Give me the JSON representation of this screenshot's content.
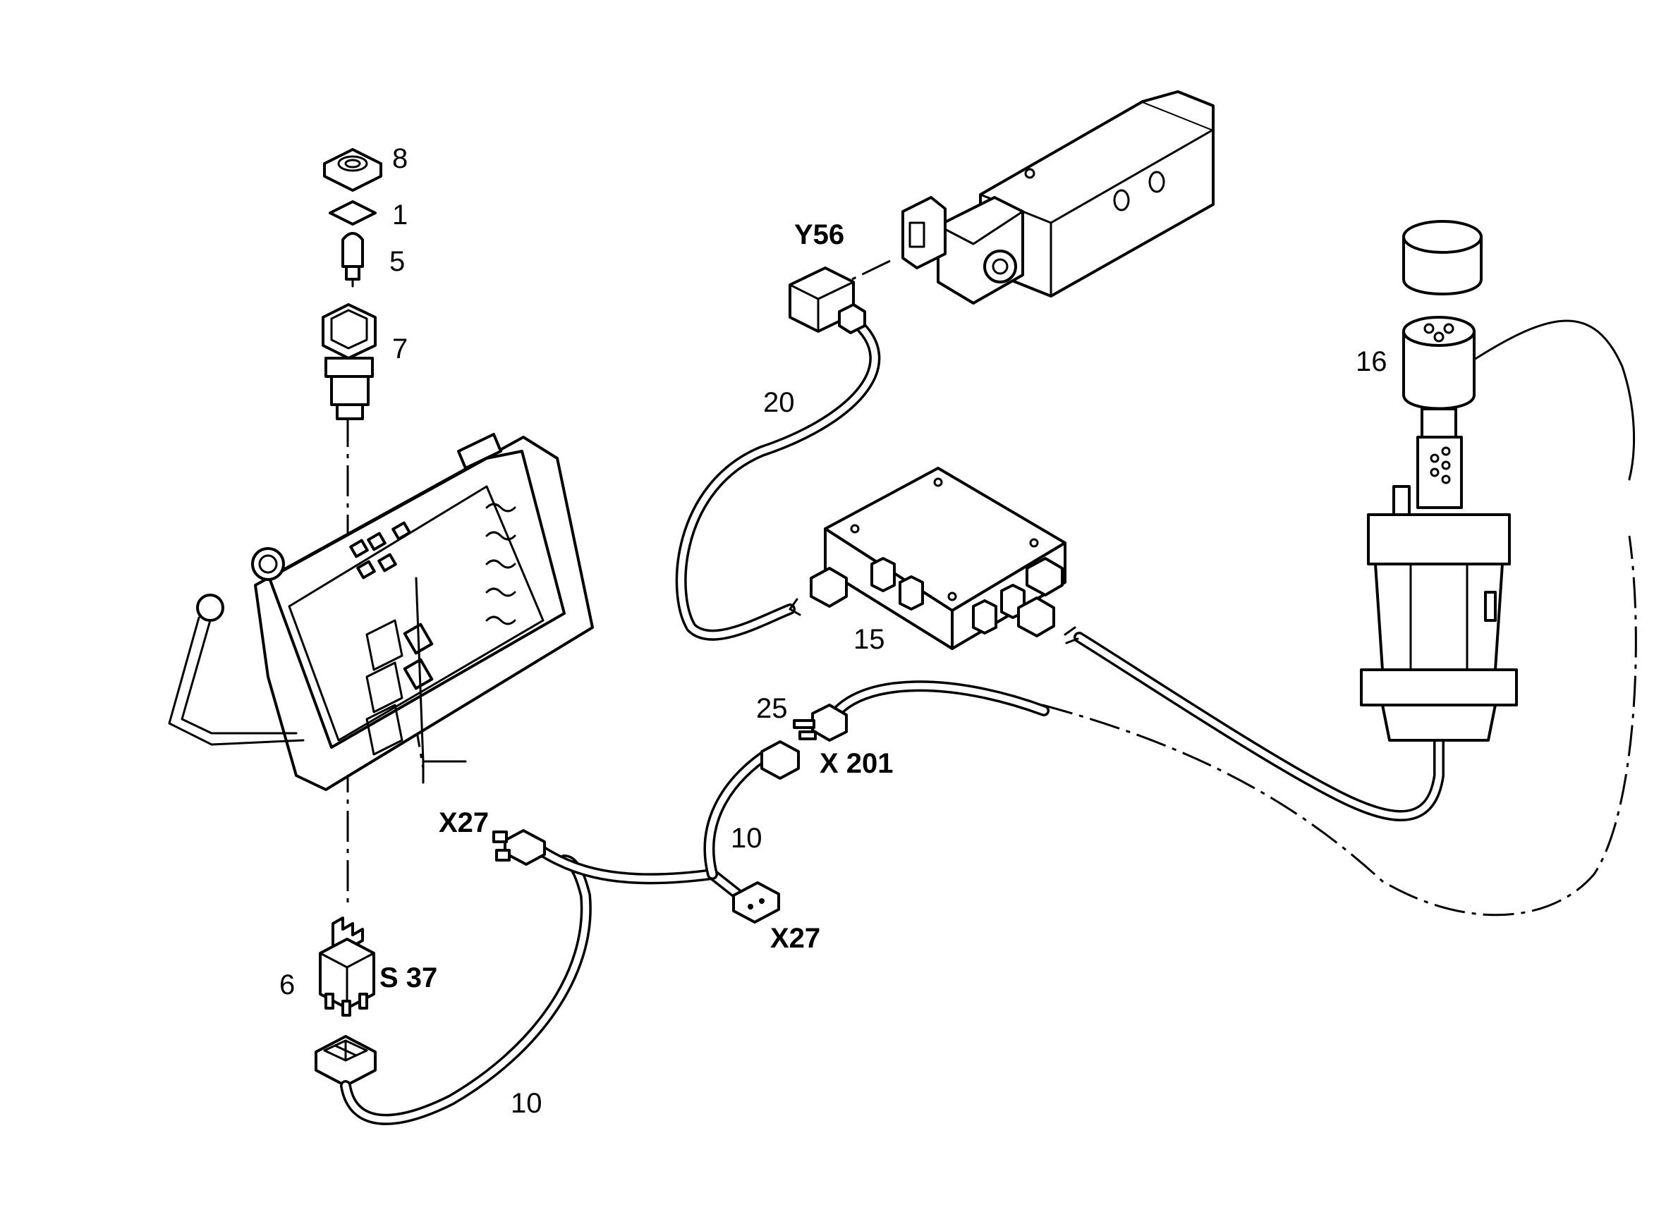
{
  "labels": {
    "part_8": "8",
    "part_1": "1",
    "part_5": "5",
    "part_7": "7",
    "part_6": "6",
    "switch_s37": "S 37",
    "cable_10_lower": "10",
    "cable_10_upper": "10",
    "connector_x27_left": "X27",
    "connector_x27_right": "X27",
    "connector_x201": "X 201",
    "part_25": "25",
    "cable_20": "20",
    "valve_y56": "Y56",
    "junction_box_15": "15",
    "sensor_16": "16"
  }
}
